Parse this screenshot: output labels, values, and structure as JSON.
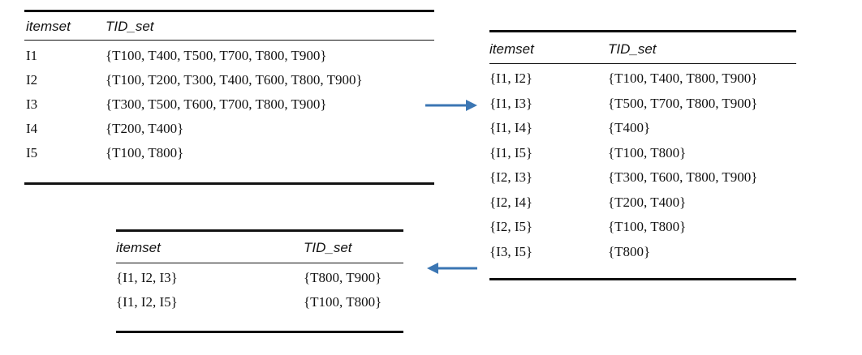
{
  "table1": {
    "headers": [
      "itemset",
      "TID_set"
    ],
    "rows": [
      [
        "I1",
        "{T100, T400, T500, T700, T800, T900}"
      ],
      [
        "I2",
        "{T100, T200, T300, T400, T600, T800, T900}"
      ],
      [
        "I3",
        "{T300, T500, T600, T700, T800, T900}"
      ],
      [
        "I4",
        "{T200, T400}"
      ],
      [
        "I5",
        "{T100, T800}"
      ]
    ]
  },
  "table2": {
    "headers": [
      "itemset",
      "TID_set"
    ],
    "rows": [
      [
        "{I1, I2}",
        "{T100, T400, T800, T900}"
      ],
      [
        "{I1, I3}",
        "{T500, T700, T800, T900}"
      ],
      [
        "{I1, I4}",
        "{T400}"
      ],
      [
        "{I1, I5}",
        "{T100, T800}"
      ],
      [
        "{I2, I3}",
        "{T300, T600, T800, T900}"
      ],
      [
        "{I2, I4}",
        "{T200, T400}"
      ],
      [
        "{I2, I5}",
        "{T100, T800}"
      ],
      [
        "{I3, I5}",
        "{T800}"
      ]
    ]
  },
  "table3": {
    "headers": [
      "itemset",
      "TID_set"
    ],
    "rows": [
      [
        "{I1, I2, I3}",
        "{T800, T900}"
      ],
      [
        "{I1, I2, I5}",
        "{T100, T800}"
      ]
    ]
  },
  "colors": {
    "arrow": "#3b76b3",
    "rule": "#111111"
  }
}
